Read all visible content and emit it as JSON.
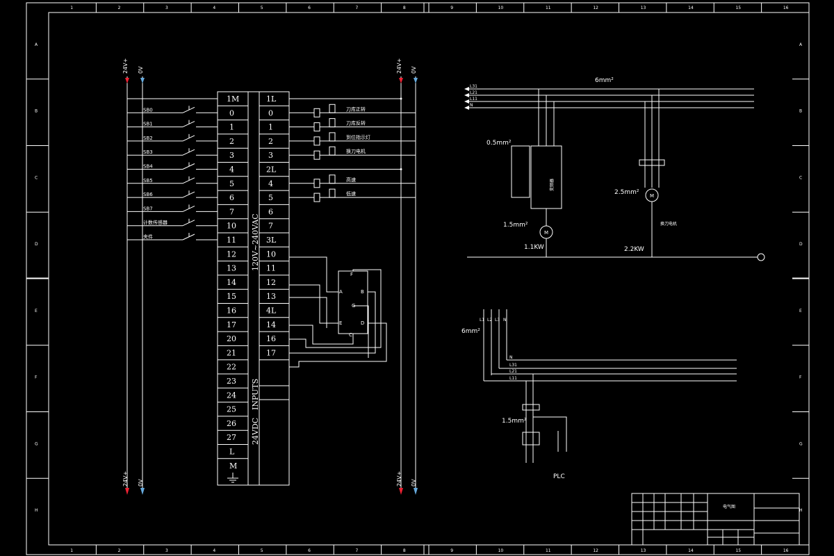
{
  "frame": {
    "col_numbers": [
      "1",
      "2",
      "3",
      "4",
      "5",
      "6",
      "7",
      "8",
      "9",
      "10",
      "11",
      "12",
      "13",
      "14",
      "15",
      "16"
    ],
    "row_letters": [
      "A",
      "B",
      "C",
      "D",
      "E",
      "F",
      "G",
      "H"
    ]
  },
  "rails": {
    "plus": "24V+",
    "zero": "0V"
  },
  "plc": {
    "com_in": "1M",
    "inputs": [
      "0",
      "1",
      "2",
      "3",
      "4",
      "5",
      "6",
      "7",
      "10",
      "11",
      "12",
      "13",
      "14",
      "15",
      "16",
      "17",
      "20",
      "21",
      "22",
      "23",
      "24",
      "25",
      "26",
      "27",
      "L",
      "M"
    ],
    "outputs": [
      "1L",
      "0",
      "1",
      "2",
      "3",
      "2L",
      "4",
      "5",
      "6",
      "7",
      "3L",
      "10",
      "11",
      "12",
      "13",
      "4L",
      "14",
      "16",
      "17"
    ],
    "label_supply": "120V~240VAC",
    "label_inputs": "INPUTS",
    "label_dc": "24VDC"
  },
  "switches": [
    "SB0",
    "SB1",
    "SB2",
    "SB3",
    "SB4",
    "SB5",
    "SB6",
    "SB7",
    "计数传感器",
    "夹件"
  ],
  "relays": [
    {
      "label": "刀库正转"
    },
    {
      "label": "刀库反转"
    },
    {
      "label": "到位指示灯"
    },
    {
      "label": "换刀电机"
    },
    {
      "label": "高速"
    },
    {
      "label": "低速"
    }
  ],
  "seven_seg": [
    "F",
    "A",
    "G",
    "B",
    "E",
    "D",
    "C"
  ],
  "power": {
    "bus_labels": [
      "L31",
      "L21",
      "L11",
      "N"
    ],
    "bus_size": "6mm²",
    "ctrl_size": "0.5mm²",
    "motor1_size": "1.5mm²",
    "motor1_power": "1.1KW",
    "motor2_size": "2.5mm²",
    "motor2_power": "2.2KW",
    "motor2_name": "换刀电机",
    "inverter_text": "变频器"
  },
  "plc_supply": {
    "phase_labels": [
      "L1",
      "L2",
      "L3",
      "N"
    ],
    "bus_labels": [
      "N",
      "L31",
      "L21",
      "L11"
    ],
    "size_main": "6mm²",
    "size_branch": "1.5mm²",
    "title": "PLC"
  },
  "title_block": {
    "drawing_name": "电气图"
  }
}
